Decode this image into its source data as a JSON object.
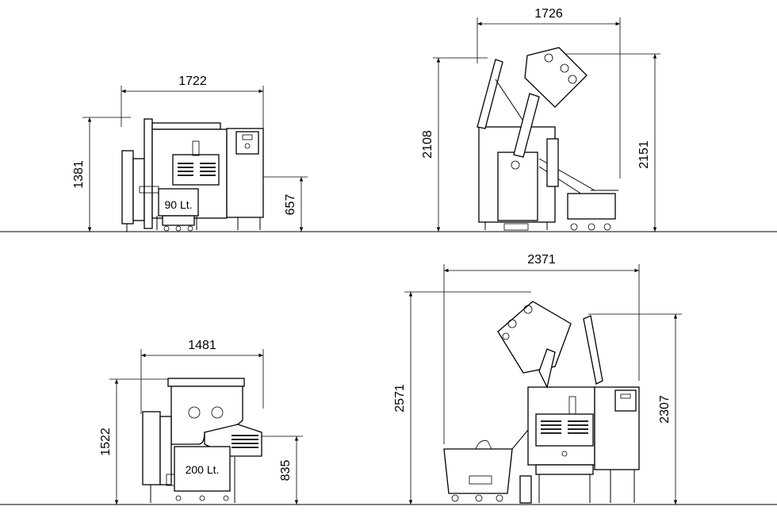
{
  "views": [
    {
      "id": "view-top-left",
      "width_label": "1722",
      "height_label": "1381",
      "height2_label": "657",
      "capacity_label": "90 Lt."
    },
    {
      "id": "view-top-right",
      "width_label": "1726",
      "height_label": "2108",
      "height2_label": "2151"
    },
    {
      "id": "view-bottom-left",
      "width_label": "1481",
      "height_label": "1522",
      "height2_label": "835",
      "capacity_label": "200 Lt."
    },
    {
      "id": "view-bottom-right",
      "width_label": "2371",
      "height_label": "2571",
      "height2_label": "2307"
    }
  ]
}
